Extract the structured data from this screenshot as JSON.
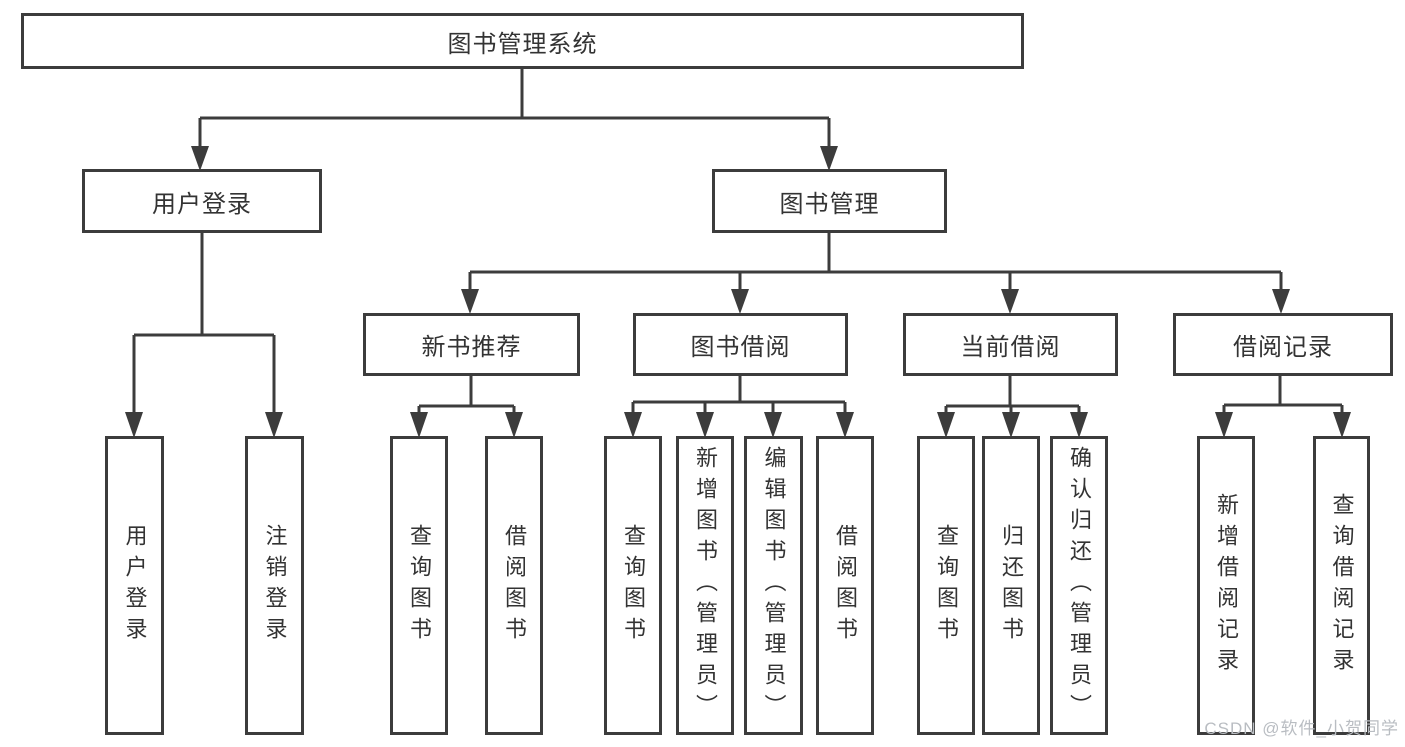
{
  "tree": {
    "root": {
      "label": "图书管理系统"
    },
    "level1": [
      {
        "id": "user-login",
        "label": "用户登录"
      },
      {
        "id": "book-management",
        "label": "图书管理"
      }
    ],
    "level2": [
      {
        "id": "new-book-recommend",
        "parent": "book-management",
        "label": "新书推荐"
      },
      {
        "id": "book-borrow",
        "parent": "book-management",
        "label": "图书借阅"
      },
      {
        "id": "current-borrow",
        "parent": "book-management",
        "label": "当前借阅"
      },
      {
        "id": "borrow-records",
        "parent": "book-management",
        "label": "借阅记录"
      }
    ],
    "leaves": [
      {
        "parent": "user-login",
        "label": "用户登录"
      },
      {
        "parent": "user-login",
        "label": "注销登录"
      },
      {
        "parent": "new-book-recommend",
        "label": "查询图书"
      },
      {
        "parent": "new-book-recommend",
        "label": "借阅图书"
      },
      {
        "parent": "book-borrow",
        "label": "查询图书"
      },
      {
        "parent": "book-borrow",
        "label": "新增图书（管理员）"
      },
      {
        "parent": "book-borrow",
        "label": "编辑图书（管理员）"
      },
      {
        "parent": "book-borrow",
        "label": "借阅图书"
      },
      {
        "parent": "current-borrow",
        "label": "查询图书"
      },
      {
        "parent": "current-borrow",
        "label": "归还图书"
      },
      {
        "parent": "current-borrow",
        "label": "确认归还（管理员）"
      },
      {
        "parent": "borrow-records",
        "label": "新增借阅记录"
      },
      {
        "parent": "borrow-records",
        "label": "查询借阅记录"
      }
    ]
  },
  "watermark": {
    "text": "CSDN @软件_小贺同学"
  },
  "colors": {
    "line": "#3c3c3c",
    "text": "#333333",
    "watermark": "#b9bdc2",
    "background": "#ffffff"
  }
}
